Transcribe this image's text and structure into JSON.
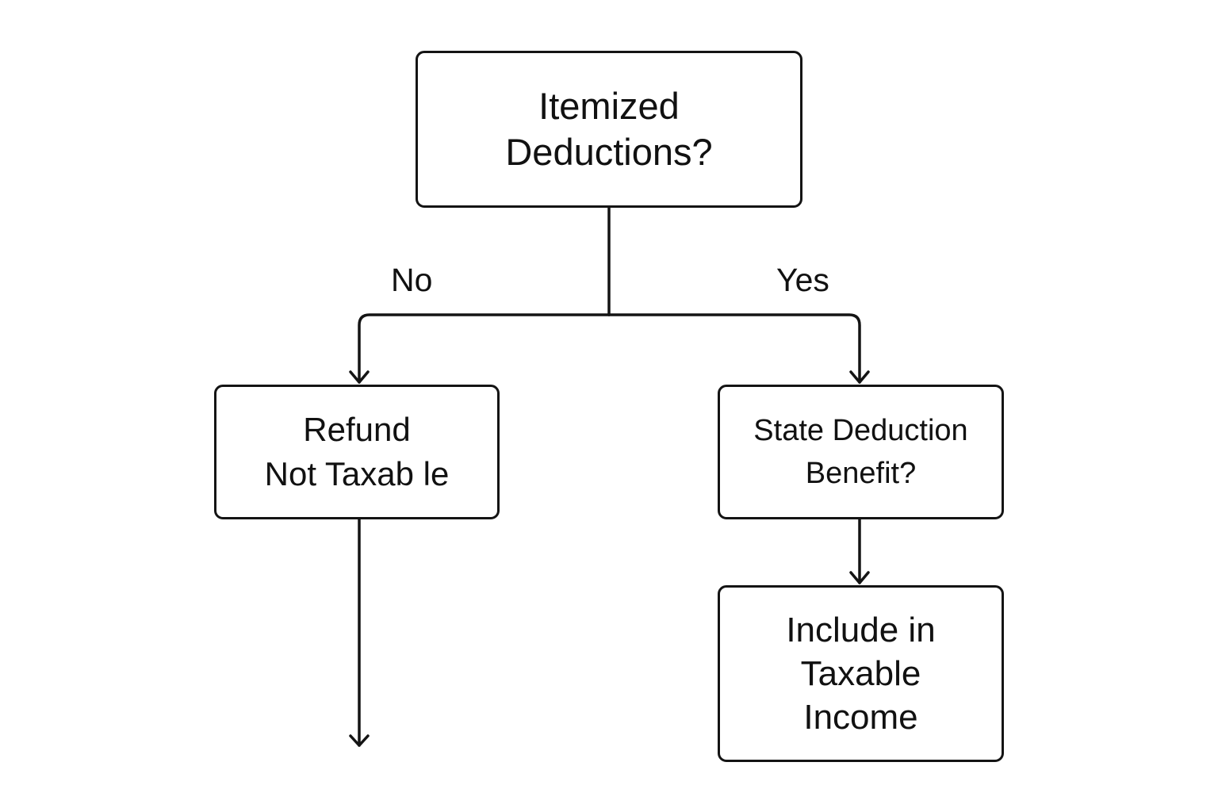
{
  "diagram": {
    "type": "flowchart",
    "colors": {
      "background": "#ffffff",
      "stroke": "#141414",
      "text": "#111111"
    },
    "nodes": {
      "itemized": {
        "label": "Itemized\nDeductions?",
        "shape": "rounded-rectangle",
        "role": "decision"
      },
      "refund": {
        "label": "Refund\nNot Taxab le",
        "shape": "rounded-rectangle",
        "role": "outcome"
      },
      "state": {
        "label": "State Deduction\nBenefit?",
        "shape": "rounded-rectangle",
        "role": "decision"
      },
      "include": {
        "label": "Include in\nTaxable\nIncome",
        "shape": "rounded-rectangle",
        "role": "outcome"
      }
    },
    "edges": [
      {
        "from": "itemized",
        "to": "refund",
        "label": "No"
      },
      {
        "from": "itemized",
        "to": "state",
        "label": "Yes"
      },
      {
        "from": "state",
        "to": "include",
        "label": ""
      },
      {
        "from": "refund",
        "to": "(unlabeled continuation)",
        "label": ""
      }
    ],
    "edge_labels": {
      "no": "No",
      "yes": "Yes"
    }
  }
}
